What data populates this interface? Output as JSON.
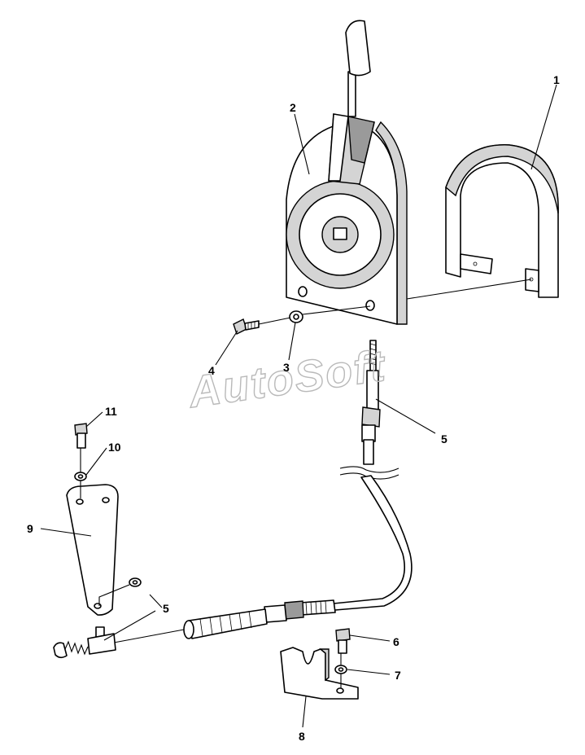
{
  "watermark": "AutoSoft",
  "callouts": {
    "c1": "1",
    "c2": "2",
    "c3": "3",
    "c4": "4",
    "c5_cable": "5",
    "c5_clips": "5",
    "c6": "6",
    "c7": "7",
    "c8": "8",
    "c9": "9",
    "c10": "10",
    "c11": "11"
  }
}
